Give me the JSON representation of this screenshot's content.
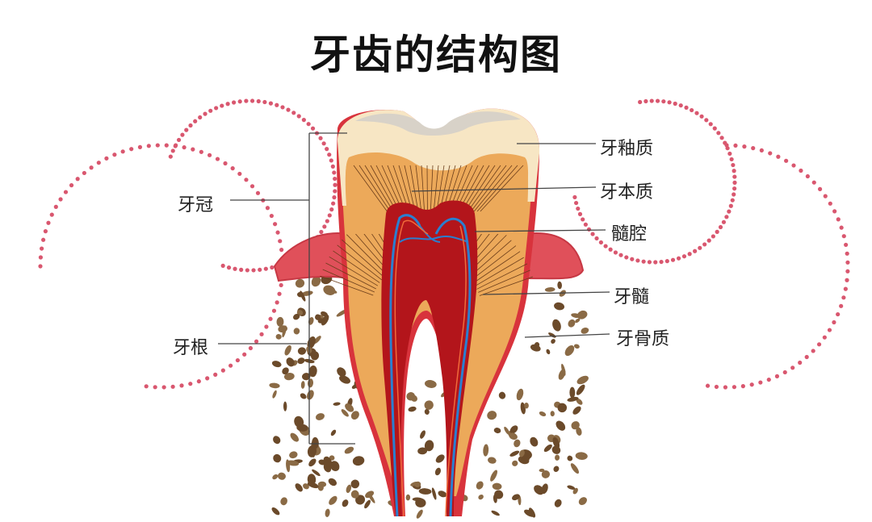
{
  "title": "牙齿的结构图",
  "labels": {
    "enamel": "牙釉质",
    "dentin": "牙本质",
    "pulp_cavity": "髓腔",
    "pulp": "牙髓",
    "cementum": "牙骨质",
    "crown": "牙冠",
    "root": "牙根"
  },
  "colors": {
    "dots": "#d9576f",
    "enamel": "#f7e6c4",
    "dentin": "#eca95a",
    "pulp": "#b3151b",
    "gum": "#e0505a",
    "bone": "#6b4a2a",
    "vessel": "#2a7fd0"
  }
}
